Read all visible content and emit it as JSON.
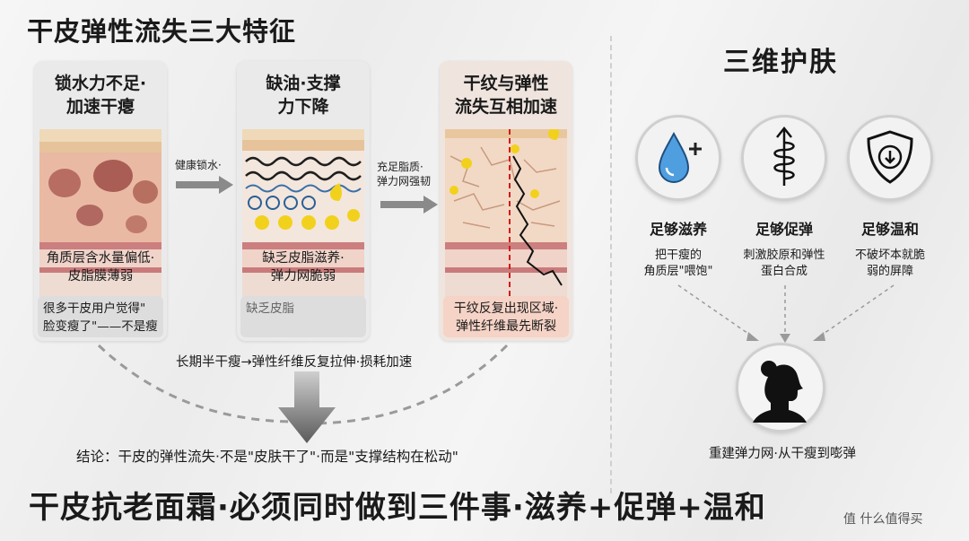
{
  "title": "干皮弹性流失三大特征",
  "cards": [
    {
      "title_l1": "锁水力不足·",
      "title_l2": "加速干瘪",
      "desc_l1": "角质层含水量偏低·",
      "desc_l2": "皮脂膜薄弱",
      "note_l1": "很多干皮用户觉得\"",
      "note_l2": "脸变瘦了\"——不是瘦"
    },
    {
      "title_l1": "缺油·支撑",
      "title_l2": "力下降",
      "desc_l1": "缺乏皮脂滋养·",
      "desc_l2": "弹力网脆弱",
      "note_l1": "缺乏皮脂",
      "note_l2": ""
    },
    {
      "title_l1": "干纹与弹性",
      "title_l2": "流失互相加速",
      "desc_l1": "干纹反复出现区域·",
      "desc_l2": "弹性纤维最先断裂",
      "note_l1": "",
      "note_l2": ""
    }
  ],
  "arrow1": {
    "l1": "健康锁水·",
    "l2": "",
    "l3": ""
  },
  "arrow2": {
    "l1": "充足脂质·",
    "l2": "弹力网强韧"
  },
  "long_term": "长期半干瘦→弹性纤维反复拉伸·损耗加速",
  "conclusion": "结论：干皮的弹性流失·不是\"皮肤干了\"·而是\"支撑结构在松动\"",
  "right": {
    "title": "三维护肤",
    "items": [
      {
        "label": "足够滋养",
        "desc_l1": "把干瘦的",
        "desc_l2": "角质层\"喂饱\"",
        "icon": "water-drop-plus-icon"
      },
      {
        "label": "足够促弹",
        "desc_l1": "刺激胶原和弹性",
        "desc_l2": "蛋白合成",
        "icon": "spring-arrow-icon"
      },
      {
        "label": "足够温和",
        "desc_l1": "不破坏本就脆",
        "desc_l2": "弱的屏障",
        "icon": "shield-arrow-icon"
      }
    ],
    "result": "重建弹力网·从干瘦到嘭弹"
  },
  "bottom": "干皮抗老面霜·必须同时做到三件事·滋养+促弹+温和",
  "watermark": "值 什么值得买"
}
